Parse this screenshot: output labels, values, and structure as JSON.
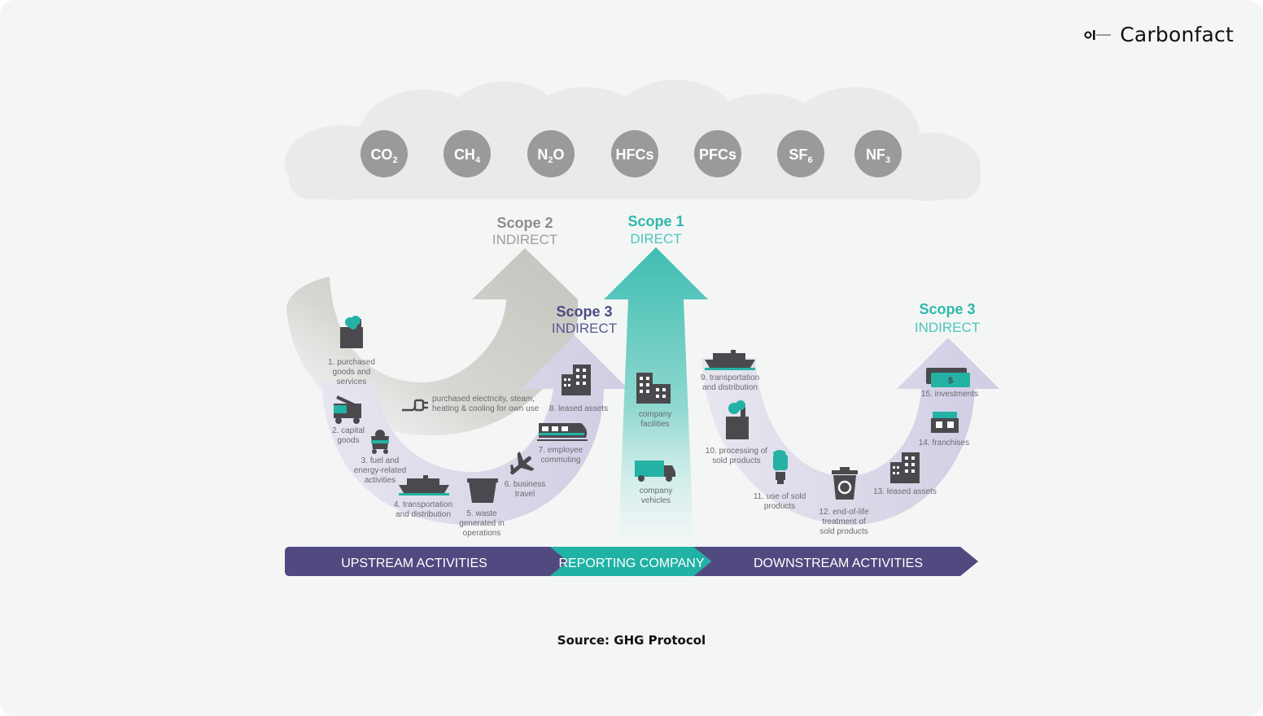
{
  "brand": {
    "name": "Carbonfact",
    "icon": "carbonfact-logo-icon"
  },
  "gases": [
    {
      "base": "CO",
      "sub": "2"
    },
    {
      "base": "CH",
      "sub": "4"
    },
    {
      "base": "N",
      "sub": "2",
      "suffix": "O"
    },
    {
      "base": "HFCs",
      "sub": ""
    },
    {
      "base": "PFCs",
      "sub": ""
    },
    {
      "base": "SF",
      "sub": "6"
    },
    {
      "base": "NF",
      "sub": "3"
    }
  ],
  "scopes": {
    "scope2": {
      "title": "Scope 2",
      "subtitle": "INDIRECT"
    },
    "scope1": {
      "title": "Scope 1",
      "subtitle": "DIRECT"
    },
    "scope3_up": {
      "title": "Scope 3",
      "subtitle": "INDIRECT"
    },
    "scope3_down": {
      "title": "Scope 3",
      "subtitle": "INDIRECT"
    }
  },
  "upstream": {
    "item1": [
      "1. purchased",
      "goods and",
      "services"
    ],
    "item2": [
      "2. capital",
      "goods"
    ],
    "item3": [
      "3. fuel and",
      "energy-related",
      "activities"
    ],
    "item4": [
      "4. transportation",
      "and distribution"
    ],
    "item5": [
      "5. waste",
      "generated in",
      "operations"
    ],
    "item6": [
      "6. business",
      "travel"
    ],
    "item7": [
      "7. employee",
      "commuting"
    ],
    "item8": [
      "8. leased assets"
    ],
    "electricity": [
      "purchased electricity, steam,",
      "heating & cooling for own use"
    ]
  },
  "reporting": {
    "facilities": [
      "company",
      "facilities"
    ],
    "vehicles": [
      "company",
      "vehicles"
    ]
  },
  "downstream": {
    "item9": [
      "9. transportation",
      "and distribution"
    ],
    "item10": [
      "10. processing of",
      "sold products"
    ],
    "item11": [
      "11. use of sold",
      "products"
    ],
    "item12": [
      "12. end-of-life",
      "treatment of",
      "sold products"
    ],
    "item13": [
      "13. leased assets"
    ],
    "item14": [
      "14. franchises"
    ],
    "item15": [
      "15. investments"
    ]
  },
  "bands": {
    "upstream": "UPSTREAM ACTIVITIES",
    "reporting": "REPORTING COMPANY",
    "downstream": "DOWNSTREAM ACTIVITIES"
  },
  "source": "Source: GHG Protocol",
  "colors": {
    "background": "#f4f6f6",
    "gas_circle": "#9a9a9a",
    "scope2_gray": "#c8c8c2",
    "scope1_teal": "#43c0b4",
    "scope3_lavender": "#d4d2e6",
    "purple_band": "#504a80",
    "teal_band": "#20b2a5",
    "icon_dark": "#4a4a4e",
    "icon_teal": "#23b2a4"
  }
}
